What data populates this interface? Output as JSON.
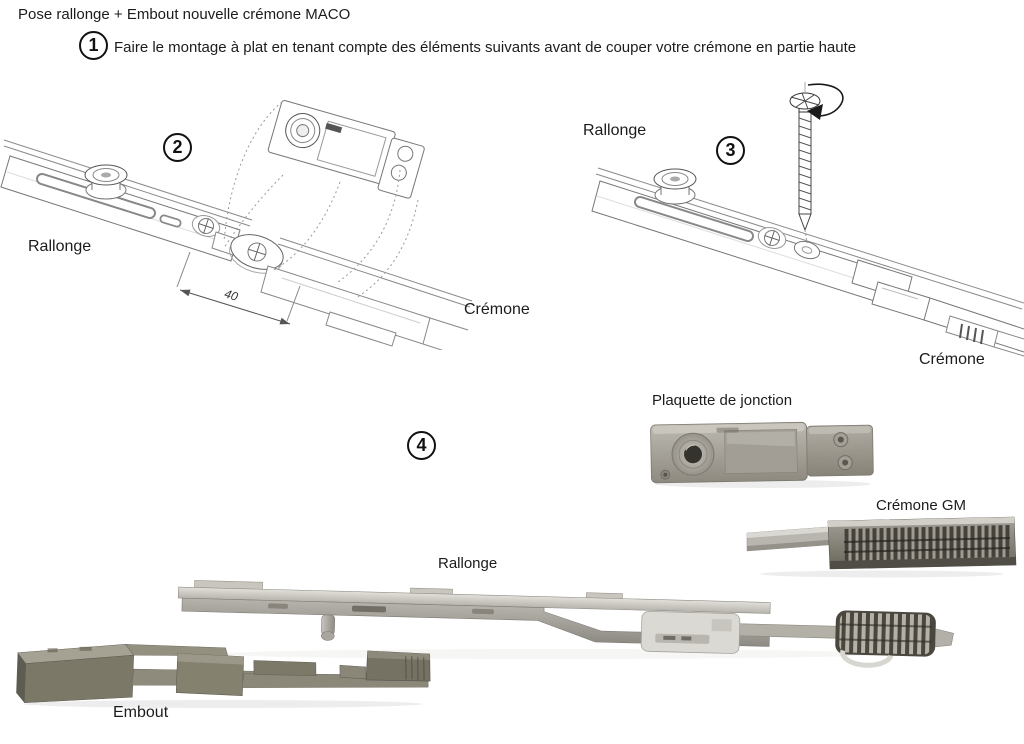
{
  "title": "Pose rallonge + Embout nouvelle crémone MACO",
  "steps": {
    "step1": {
      "number": "1",
      "text": "Faire le montage à plat en tenant compte des éléments suivants avant de couper votre crémone en partie haute"
    }
  },
  "figures": {
    "fig2": {
      "number": "2",
      "rallonge_label": "Rallonge",
      "cremone_label": "Crémone",
      "dimension": "40"
    },
    "fig3": {
      "number": "3",
      "rallonge_label": "Rallonge",
      "cremone_label": "Crémone"
    },
    "fig4": {
      "number": "4",
      "plaquette_label": "Plaquette de jonction",
      "cremone_gm_label": "Crémone GM",
      "rallonge_label": "Rallonge",
      "embout_label": "Embout"
    }
  },
  "colors": {
    "ink": "#1c1c1c",
    "drawing_line": "#8a8a8a",
    "metal_light": "#cfccc5",
    "metal_mid": "#9b978e",
    "metal_dark": "#5e5b50",
    "background": "#ffffff"
  }
}
